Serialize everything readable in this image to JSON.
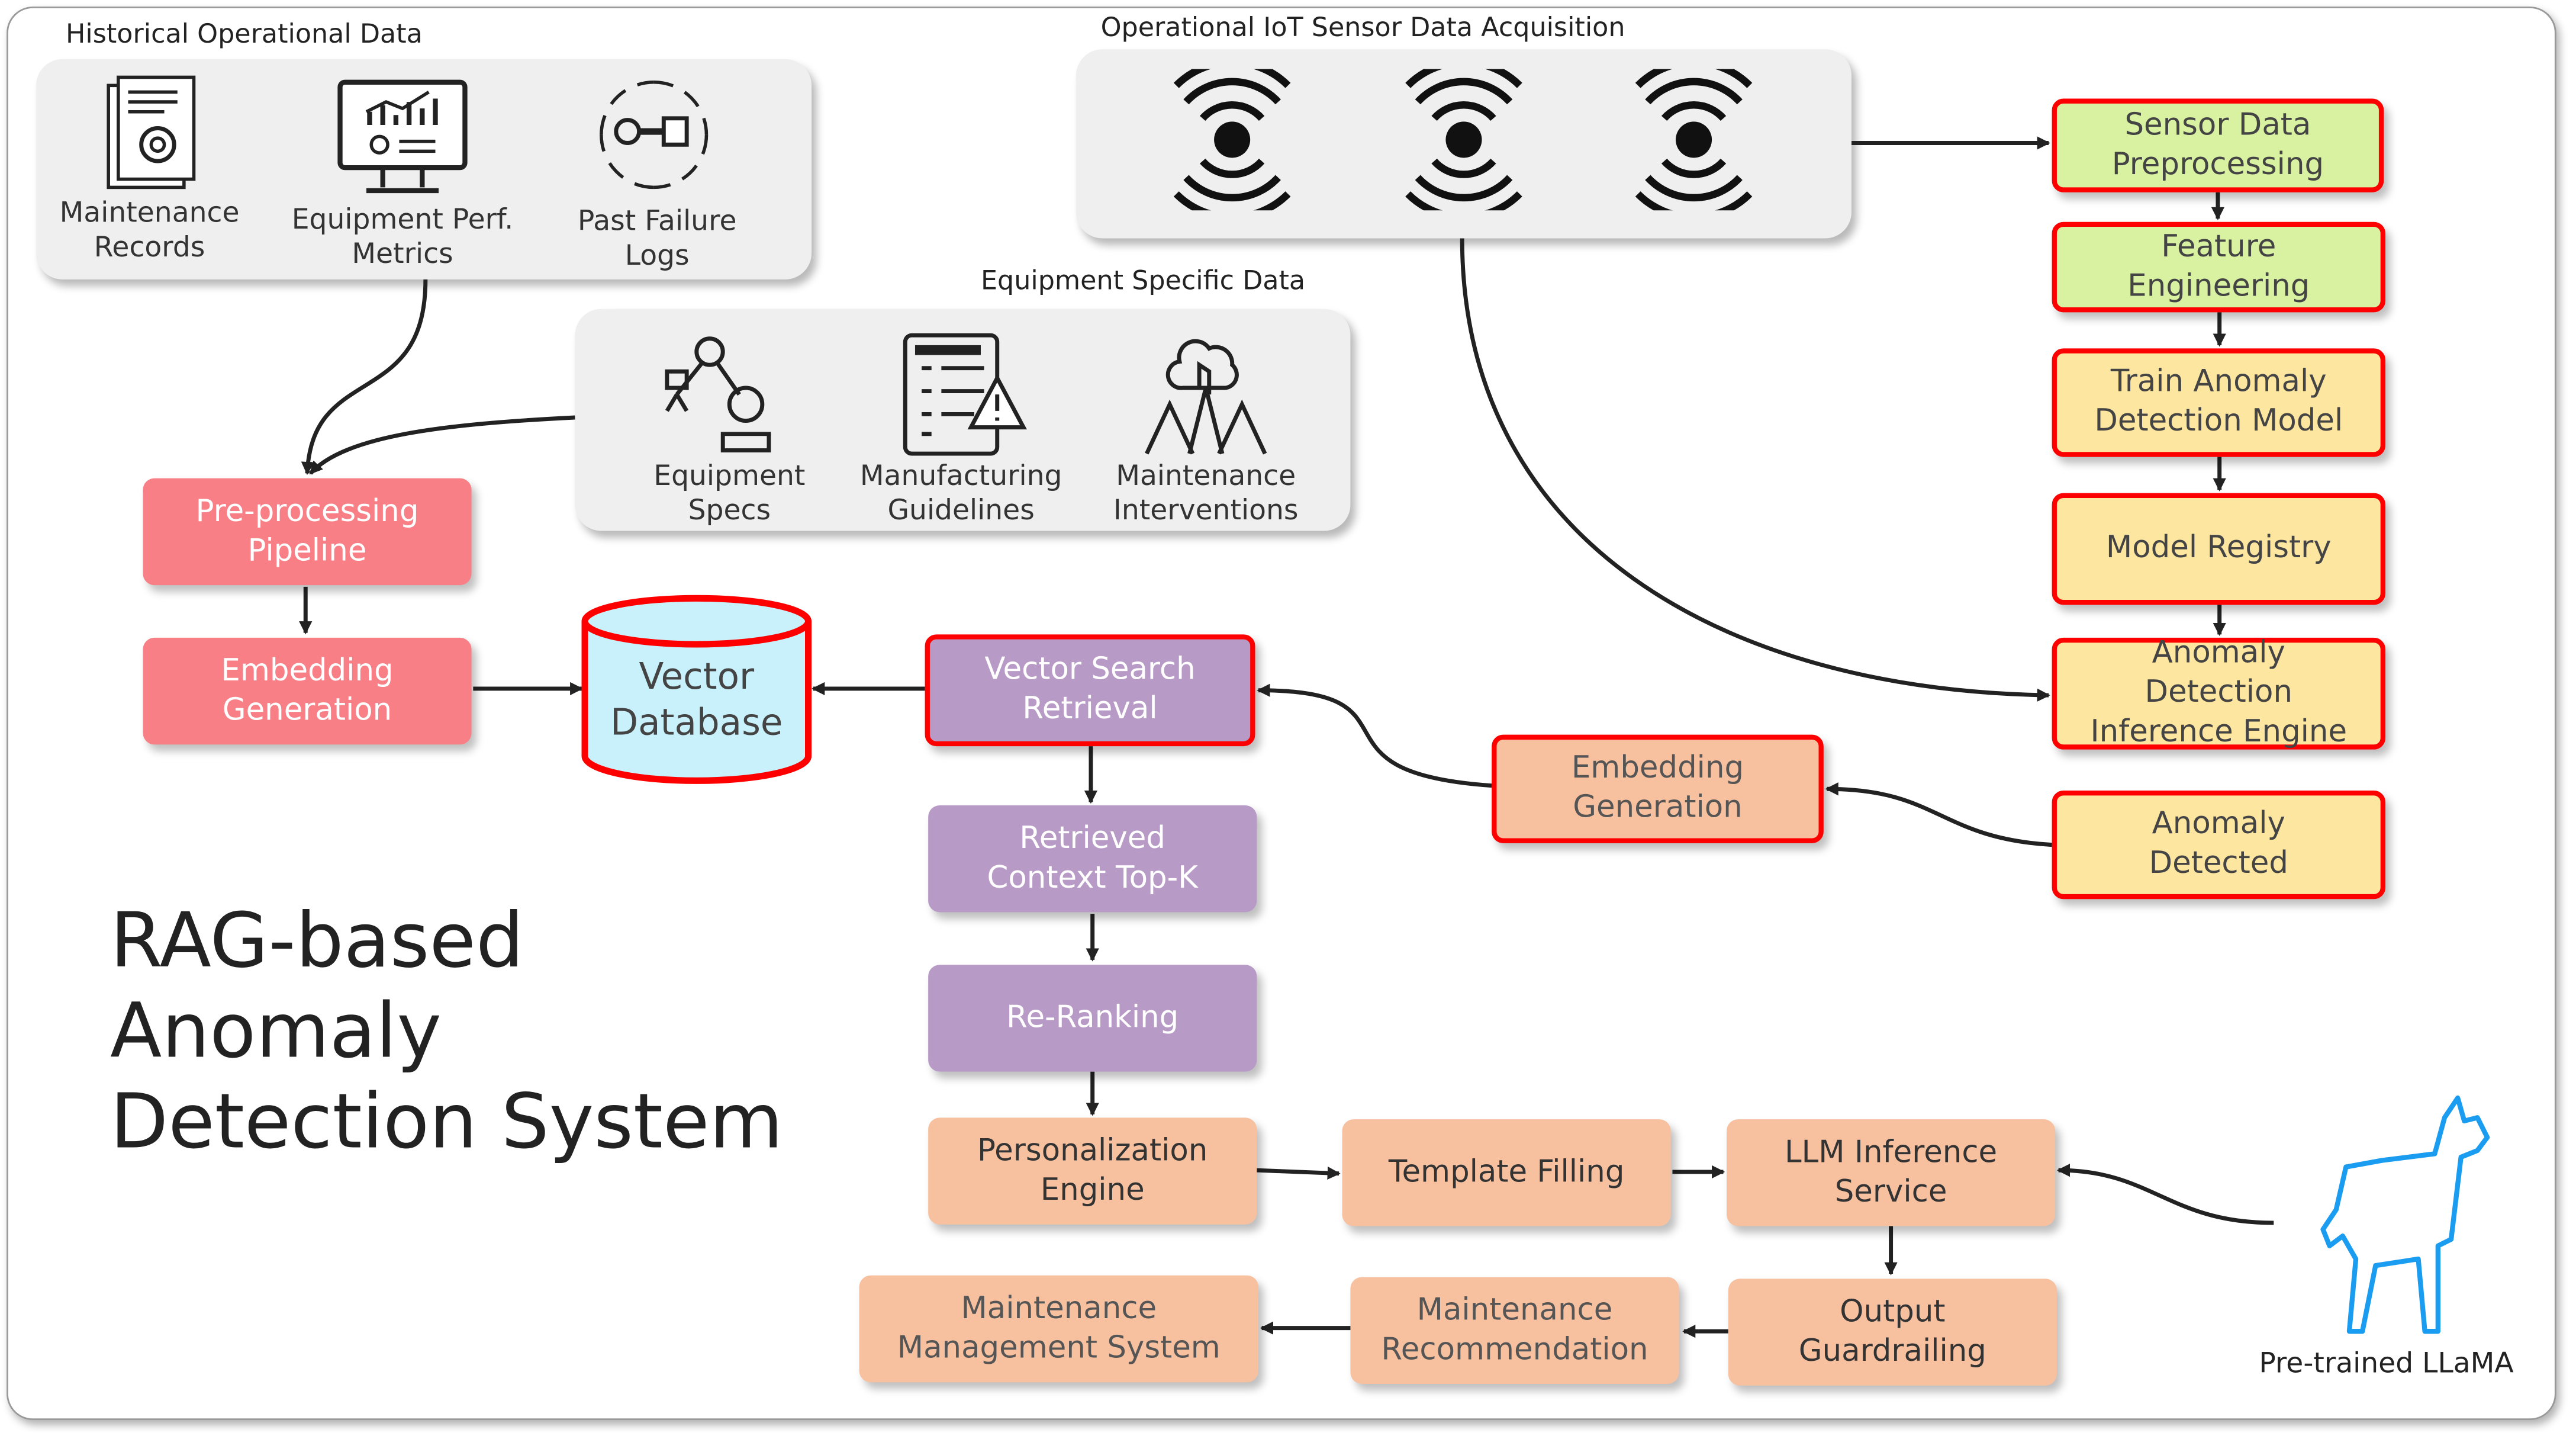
{
  "groups": {
    "historical": {
      "label": "Historical Operational Data",
      "items": [
        "Maintenance\nRecords",
        "Equipment Perf.\nMetrics",
        "Past Failure\nLogs"
      ]
    },
    "iot": {
      "label": "Operational IoT Sensor Data Acquisition",
      "icons": [
        "sensor-signal-icon",
        "sensor-signal-icon",
        "sensor-signal-icon"
      ]
    },
    "equipment": {
      "label": "Equipment Specific Data",
      "items": [
        "Equipment\nSpecs",
        "Manufacturing\nGuidelines",
        "Maintenance\nInterventions"
      ]
    }
  },
  "nodes": {
    "preprocessing_pipeline": "Pre-processing\nPipeline",
    "embedding_left": "Embedding\nGeneration",
    "vector_db": "Vector\nDatabase",
    "vector_search": "Vector Search\nRetrieval",
    "retrieved_context": "Retrieved\nContext Top-K",
    "reranking": "Re-Ranking",
    "personalization": "Personalization\nEngine",
    "template_filling": "Template Filling",
    "llm_inference": "LLM Inference\nService",
    "output_guardrailing": "Output\nGuardrailing",
    "maintenance_recommendation": "Maintenance\nRecommendation",
    "maintenance_management": "Maintenance\nManagement System",
    "embedding_mid": "Embedding\nGeneration",
    "sensor_preprocessing": "Sensor Data\nPreprocessing",
    "feature_engineering": "Feature\nEngineering",
    "train_model": "Train Anomaly\nDetection Model",
    "model_registry": "Model Registry",
    "inference_engine": "Anomaly\nDetection\nInference Engine",
    "anomaly_detected": "Anomaly\nDetected"
  },
  "title": "RAG-based\nAnomaly\nDetection System",
  "llama_label": "Pre-trained LLaMA",
  "colors": {
    "highlight_border": "#ff0000",
    "pink": "#f87f86",
    "purple": "#b89ac7",
    "peach": "#f7c1a0",
    "green": "#d8f2a1",
    "yellow": "#fde6a0",
    "database": "#c9f1fb",
    "llama": "#1a9cf0"
  }
}
